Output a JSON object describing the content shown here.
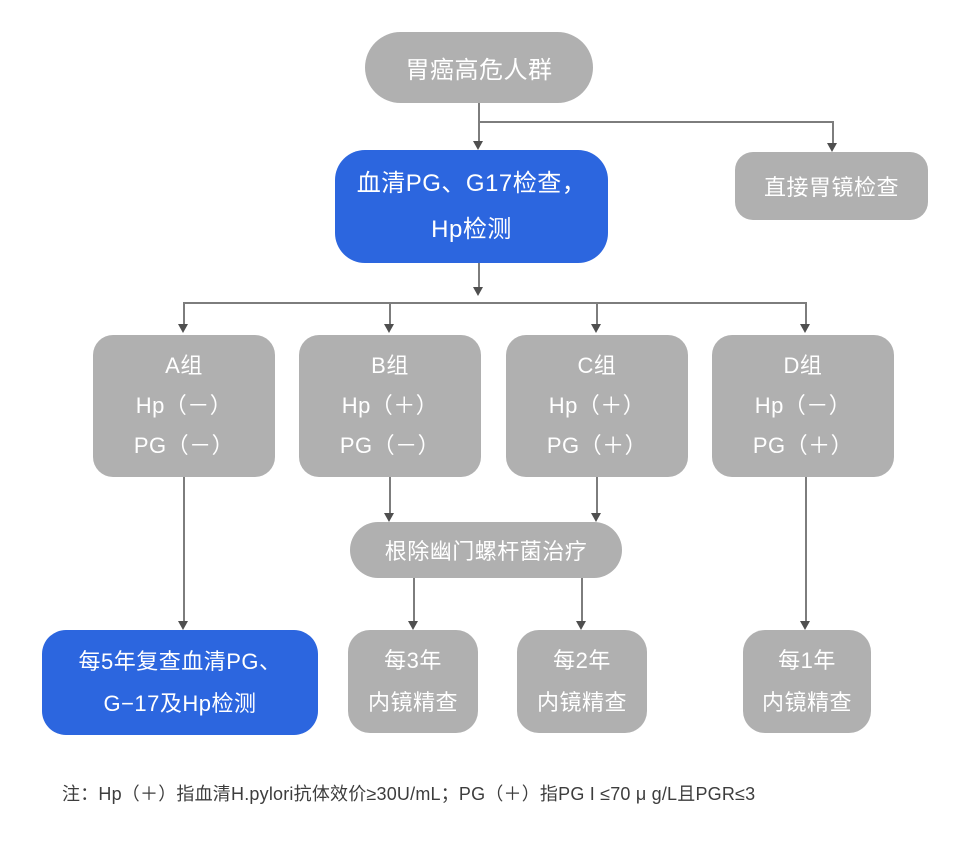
{
  "colors": {
    "highlight": "#2c66df",
    "node-gray": "#b0b0b0",
    "line": "#7d7d7d",
    "arrow": "#4f4f4f",
    "note-text": "#3d3d3d"
  },
  "nodes": {
    "high_risk": {
      "label": "胃癌高危人群"
    },
    "serum_test": {
      "line1": "血清PG、G17检查，",
      "line2": "Hp检测"
    },
    "direct_gastroscopy": {
      "label": "直接胃镜检查"
    },
    "group_a": {
      "name": "A组",
      "hp": "Hp（－）",
      "pg": "PG（－）"
    },
    "group_b": {
      "name": "B组",
      "hp": "Hp（＋）",
      "pg": "PG（－）"
    },
    "group_c": {
      "name": "C组",
      "hp": "Hp（＋）",
      "pg": "PG（＋）"
    },
    "group_d": {
      "name": "D组",
      "hp": "Hp（－）",
      "pg": "PG（＋）"
    },
    "eradication": {
      "label": "根除幽门螺杆菌治疗"
    },
    "recheck_5y": {
      "line1": "每5年复查血清PG、",
      "line2": "G−17及Hp检测"
    },
    "endoscopy_3y": {
      "line1": "每3年",
      "line2": "内镜精查"
    },
    "endoscopy_2y": {
      "line1": "每2年",
      "line2": "内镜精查"
    },
    "endoscopy_1y": {
      "line1": "每1年",
      "line2": "内镜精查"
    }
  },
  "note": "注：Hp（＋）指血清H.pylori抗体效价≥30U/mL；PG（＋）指PG I ≤70 μ g/L且PGR≤3"
}
